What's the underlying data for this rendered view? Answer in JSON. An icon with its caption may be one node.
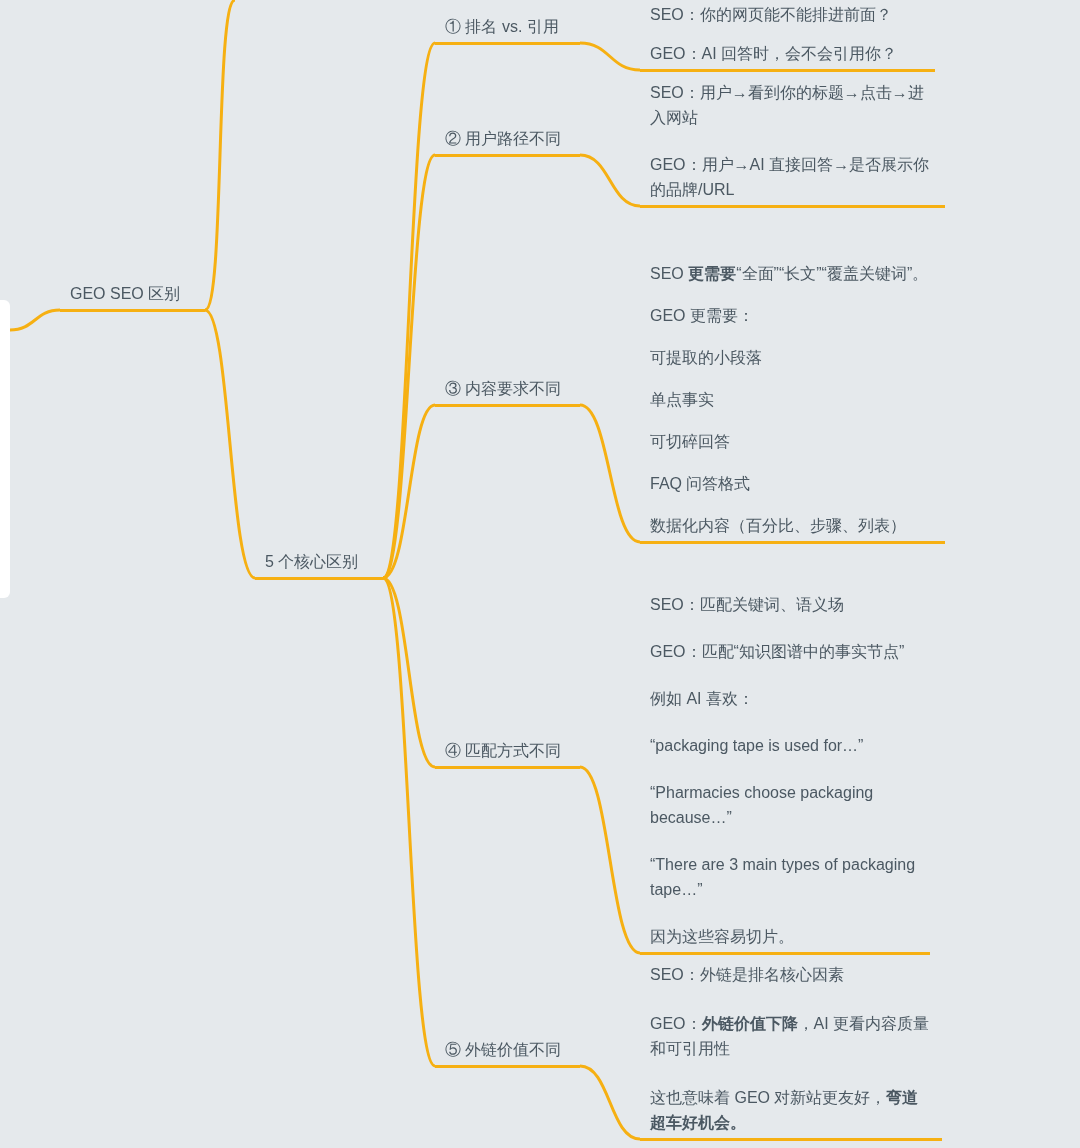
{
  "diagram": {
    "nodes": [
      {
        "text": [
          "GEO SEO 区别"
        ]
      },
      {
        "text": [
          "5 个核心区别"
        ]
      },
      {
        "text": [
          "① 排名 vs. 引用"
        ]
      },
      {
        "text": [
          "② 用户路径不同"
        ]
      },
      {
        "text": [
          "③ 内容要求不同"
        ]
      },
      {
        "text": [
          "④ 匹配方式不同"
        ]
      },
      {
        "text": [
          "⑤ 外链价值不同"
        ]
      },
      {
        "text": [
          "SEO：你的网页能不能排进前面？",
          "GEO：AI 回答时，会不会引用你？"
        ]
      },
      {
        "text": [
          "SEO：用户→看到你的标题→点击→进入网站",
          "GEO：用户→AI 直接回答→是否展示你的品牌/URL"
        ]
      },
      {
        "text": [
          "SEO **更需要**“全面”“长文”“覆盖关键词”。",
          "GEO 更需要：",
          "可提取的小段落",
          "单点事实",
          "可切碎回答",
          "FAQ 问答格式",
          "数据化内容（百分比、步骤、列表）"
        ]
      },
      {
        "text": [
          "SEO：匹配关键词、语义场",
          "GEO：匹配“知识图谱中的事实节点”",
          "例如 AI 喜欢：",
          "“packaging tape is used for…”",
          "“Pharmacies choose packaging because…”",
          "“There are 3 main types of packaging tape…”",
          "因为这些容易切片。"
        ]
      },
      {
        "text": [
          "SEO：外链是排名核心因素",
          "GEO：**外链价值下降**，AI 更看内容质量和可引用性",
          "这也意味着 GEO 对新站更友好，**弯道超车好机会。**"
        ]
      }
    ],
    "edges": [
      {
        "from": null,
        "to": 0,
        "arrow": "none"
      },
      {
        "from": 0,
        "to": null,
        "arrow": "none"
      },
      {
        "from": 0,
        "to": 1,
        "arrow": "none"
      },
      {
        "from": 1,
        "to": 2,
        "arrow": "none"
      },
      {
        "from": 1,
        "to": 3,
        "arrow": "none"
      },
      {
        "from": 1,
        "to": 4,
        "arrow": "none"
      },
      {
        "from": 1,
        "to": 5,
        "arrow": "none"
      },
      {
        "from": 1,
        "to": 6,
        "arrow": "none"
      },
      {
        "from": 2,
        "to": 7,
        "arrow": "none"
      },
      {
        "from": 3,
        "to": 8,
        "arrow": "none"
      },
      {
        "from": 4,
        "to": 9,
        "arrow": "none"
      },
      {
        "from": 5,
        "to": 10,
        "arrow": "none"
      },
      {
        "from": 6,
        "to": 11,
        "arrow": "none"
      }
    ]
  }
}
